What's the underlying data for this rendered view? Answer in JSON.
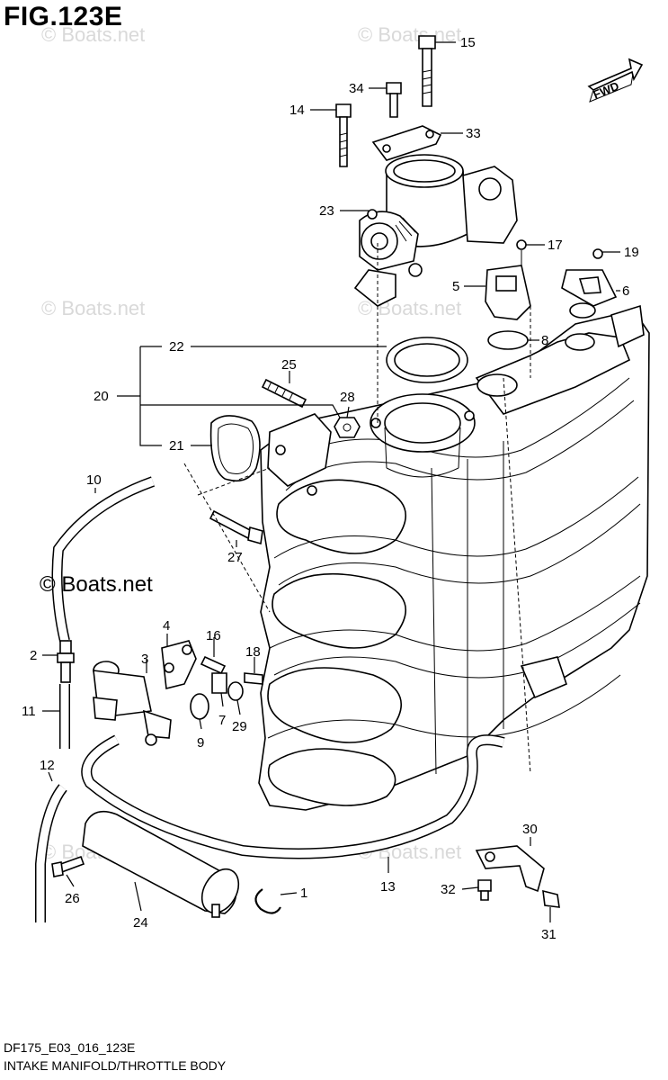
{
  "figure": {
    "title": "FIG.123E",
    "code": "DF175_E03_016_123E",
    "caption": "INTAKE MANIFOLD/THROTTLE BODY",
    "direction_label": "FWD"
  },
  "watermarks": {
    "faint": "© Boats.net",
    "bold": "© Boats.net"
  },
  "callouts": [
    {
      "id": "15",
      "label": "15"
    },
    {
      "id": "34",
      "label": "34"
    },
    {
      "id": "14",
      "label": "14"
    },
    {
      "id": "33",
      "label": "33"
    },
    {
      "id": "23",
      "label": "23"
    },
    {
      "id": "17",
      "label": "17"
    },
    {
      "id": "19",
      "label": "19"
    },
    {
      "id": "5",
      "label": "5"
    },
    {
      "id": "6",
      "label": "6"
    },
    {
      "id": "8",
      "label": "8"
    },
    {
      "id": "22",
      "label": "22"
    },
    {
      "id": "25",
      "label": "25"
    },
    {
      "id": "20",
      "label": "20"
    },
    {
      "id": "28",
      "label": "28"
    },
    {
      "id": "21",
      "label": "21"
    },
    {
      "id": "10",
      "label": "10"
    },
    {
      "id": "27",
      "label": "27"
    },
    {
      "id": "4",
      "label": "4"
    },
    {
      "id": "16",
      "label": "16"
    },
    {
      "id": "3",
      "label": "3"
    },
    {
      "id": "18",
      "label": "18"
    },
    {
      "id": "2",
      "label": "2"
    },
    {
      "id": "11",
      "label": "11"
    },
    {
      "id": "9",
      "label": "9"
    },
    {
      "id": "7",
      "label": "7"
    },
    {
      "id": "29",
      "label": "29"
    },
    {
      "id": "12",
      "label": "12"
    },
    {
      "id": "30",
      "label": "30"
    },
    {
      "id": "13",
      "label": "13"
    },
    {
      "id": "1",
      "label": "1"
    },
    {
      "id": "32",
      "label": "32"
    },
    {
      "id": "26",
      "label": "26"
    },
    {
      "id": "24",
      "label": "24"
    },
    {
      "id": "31",
      "label": "31"
    }
  ]
}
